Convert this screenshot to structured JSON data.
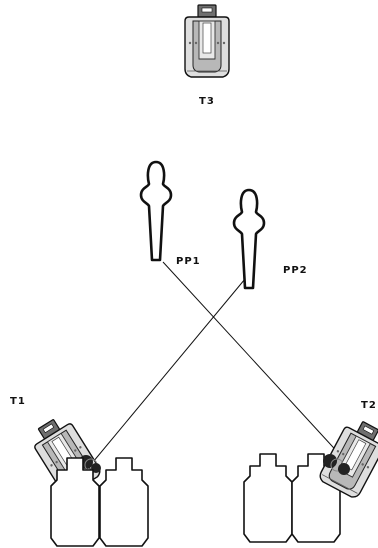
{
  "labels": {
    "t3": "T3",
    "pp1": "PP1",
    "pp2": "PP2",
    "t1": "T1",
    "t2": "T2"
  },
  "colors": {
    "ink": "#111111",
    "target_fill": "#ffffff",
    "body_light": "#e6e6e6",
    "body_mid": "#bcbcbc",
    "body_dark": "#8c8c8c"
  },
  "icons": {
    "thrower": "target-thrower-icon",
    "popper": "popper-target-icon",
    "silhouette": "silhouette-target-icon"
  }
}
